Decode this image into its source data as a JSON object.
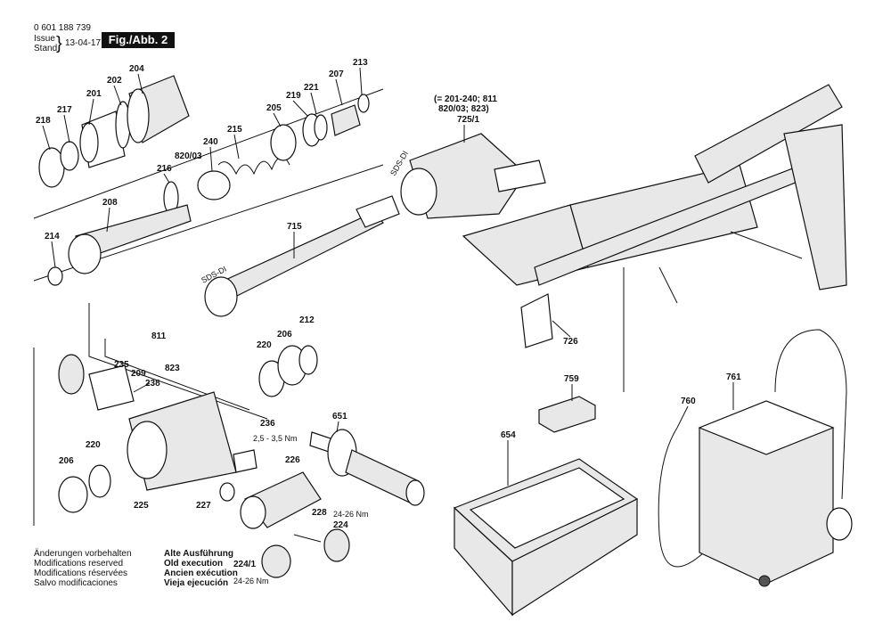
{
  "header": {
    "doc_number": "0 601 188 739",
    "issue_label": "Issue",
    "stand_label": "Stand",
    "date": "13-04-17",
    "figure": "Fig./Abb. 2"
  },
  "labels": {
    "l201": "201",
    "l202": "202",
    "l204": "204",
    "l207": "207",
    "l213": "213",
    "l217": "217",
    "l218": "218",
    "l219": "219",
    "l221": "221",
    "l205": "205",
    "l215": "215",
    "l240": "240",
    "l820_03": "820/03",
    "l216": "216",
    "l208": "208",
    "l214": "214",
    "l715": "715",
    "l725_1": "725/1",
    "group_note_1": "(= 201-240; 811",
    "group_note_2": "820/03; 823)",
    "sds_di_1": "SDS-DI",
    "sds_di_2": "SDS-DI",
    "l726": "726",
    "l811": "811",
    "l823": "823",
    "l235": "235",
    "l209": "209",
    "l238": "238",
    "l220a": "220",
    "l206a": "206",
    "l212": "212",
    "l236": "236",
    "torque1": "2,5 - 3,5 Nm",
    "l651": "651",
    "l226": "226",
    "l220b": "220",
    "l206b": "206",
    "l225": "225",
    "l227": "227",
    "l228": "228",
    "torque2": "24-26 Nm",
    "l224": "224",
    "l224_1": "224/1",
    "torque3": "24-26 Nm",
    "l759": "759",
    "l654": "654",
    "l760": "760",
    "l761": "761"
  },
  "notes": {
    "de": "Änderungen vorbehalten",
    "en": "Modifications reserved",
    "fr": "Modifications réservées",
    "es": "Salvo modificaciones"
  },
  "old_execution": {
    "de": "Alte Ausführung",
    "en": "Old execution",
    "fr": "Ancien exécution",
    "es": "Vieja ejecución"
  }
}
